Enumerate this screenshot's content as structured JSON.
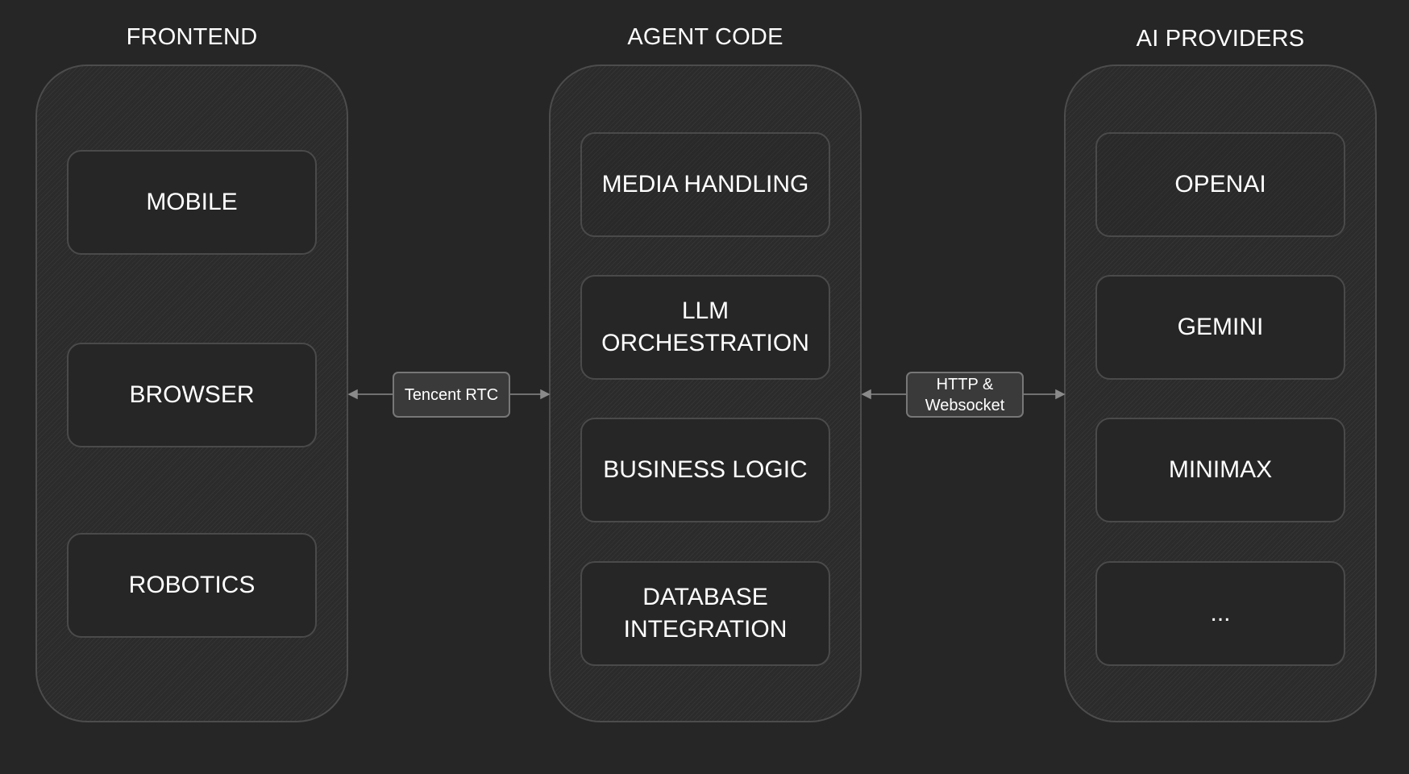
{
  "columns": [
    {
      "title": "FRONTEND",
      "items": [
        "MOBILE",
        "BROWSER",
        "ROBOTICS"
      ]
    },
    {
      "title": "AGENT CODE",
      "items": [
        "MEDIA HANDLING",
        "LLM\nORCHESTRATION",
        "BUSINESS LOGIC",
        "DATABASE\nINTEGRATION"
      ]
    },
    {
      "title": "AI PROVIDERS",
      "items": [
        "OPENAI",
        "GEMINI",
        "MINIMAX",
        "..."
      ]
    }
  ],
  "connectors": [
    {
      "label": "Tencent RTC",
      "direction": "bidirectional"
    },
    {
      "label": "HTTP &\nWebsocket",
      "direction": "bidirectional"
    }
  ],
  "colors": {
    "background": "#262626",
    "container_border": "#4c4c4c",
    "box_border": "#4a4a4a",
    "connector_line": "#8a8a8a",
    "label_background": "#3a3a3a",
    "label_border": "#777777",
    "text": "#ffffff"
  }
}
